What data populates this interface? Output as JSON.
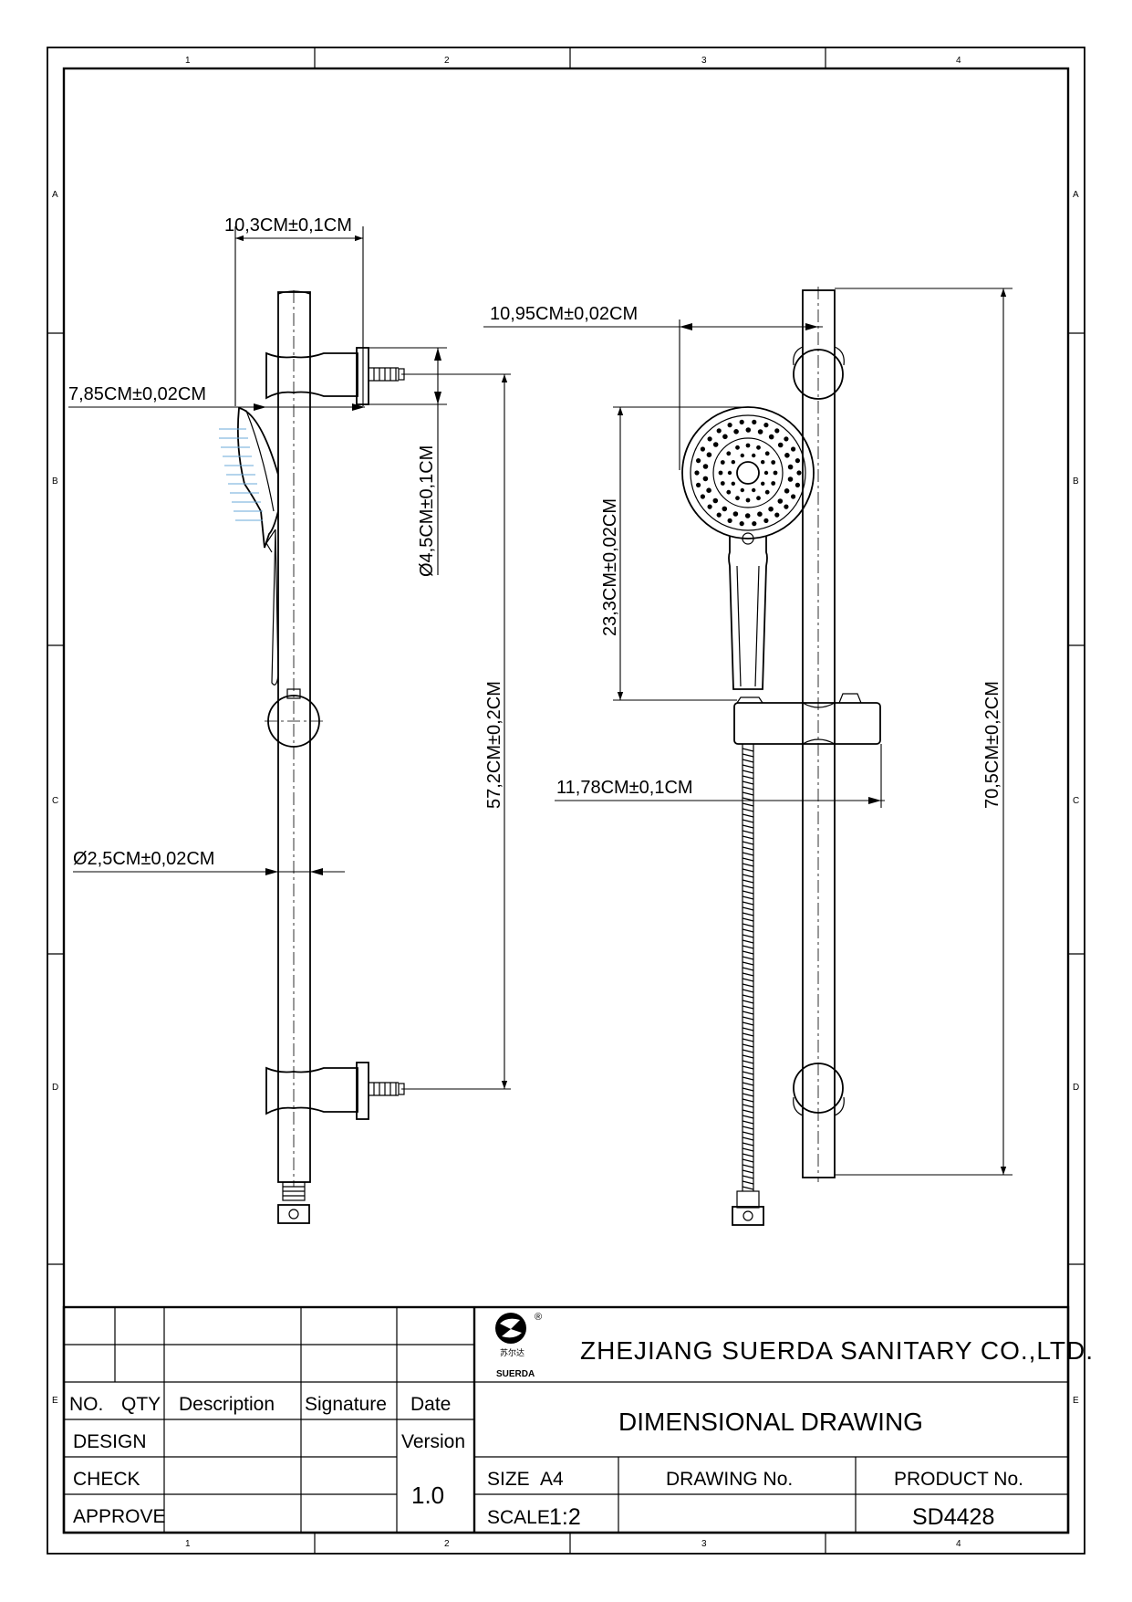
{
  "grid": {
    "columns": [
      "1",
      "2",
      "3",
      "4"
    ],
    "rows": [
      "A",
      "B",
      "C",
      "D",
      "E"
    ]
  },
  "dimensions": {
    "bracket_width": "10,3CM±0,1CM",
    "head_depth": "7,85CM±0,02CM",
    "bracket_diameter": "Ø4,5CM±0,1CM",
    "bracket_spacing": "57,2CM±0,2CM",
    "bar_diameter": "Ø2,5CM±0,02CM",
    "head_offset": "10,95CM±0,02CM",
    "hand_shower_length": "23,3CM±0,02CM",
    "slider_width": "11,78CM±0,1CM",
    "bar_length": "70,5CM±0,2CM"
  },
  "title_block": {
    "logo_cn": "苏尔达",
    "logo_en": "SUERDA",
    "logo_reg": "®",
    "company": "ZHEJIANG SUERDA SANITARY CO.,LTD.",
    "title": "DIMENSIONAL DRAWING",
    "headers": {
      "no": "NO.",
      "qty": "QTY",
      "description": "Description",
      "signature": "Signature",
      "date": "Date",
      "version": "Version"
    },
    "rows": {
      "design": "DESIGN",
      "check": "CHECK",
      "approve": "APPROVE"
    },
    "version_value": "1.0",
    "size_label": "SIZE",
    "size_value": "A4",
    "scale_label": "SCALE",
    "scale_value": "1:2",
    "drawing_no_label": "DRAWING  No.",
    "product_no_label": "PRODUCT No.",
    "product_no_value": "SD4428"
  }
}
